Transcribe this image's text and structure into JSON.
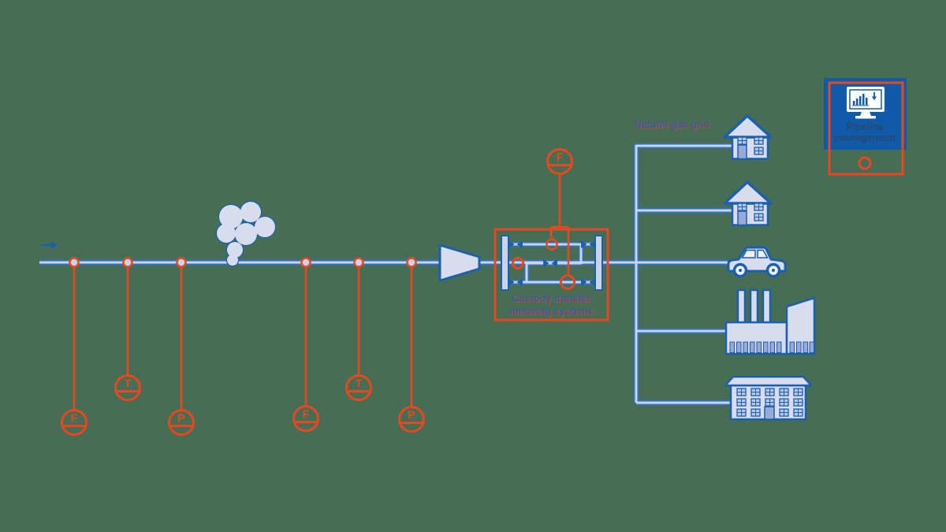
{
  "colors": {
    "background": "#476e54",
    "pipe_blue": "#3470b8",
    "pipe_fill": "#c9d3ea",
    "outline_blue": "#1b5fae",
    "building_fill": "#d7dcee",
    "window_fill": "#b9c6e6",
    "door_fill": "#9aaad8",
    "accent_orange": "#e8481f",
    "label_blue": "#2e5fa9",
    "panel_blue": "#0f5aa9",
    "panel_text_navy": "#28486e"
  },
  "labels": {
    "natural_gas_grid": "Natural gas grid",
    "custody_transfer": {
      "line1": "Custody transfer",
      "line2": "metering systems"
    },
    "pipeline_management": {
      "line1": "Pipeline",
      "line2": "management"
    }
  },
  "instruments": {
    "upstream": [
      {
        "type": "flow-sensor",
        "letter": "F"
      },
      {
        "type": "temperature-sensor",
        "letter": "T"
      },
      {
        "type": "pressure-sensor",
        "letter": "P"
      }
    ],
    "midstream": [
      {
        "type": "flow-sensor",
        "letter": "F"
      },
      {
        "type": "temperature-sensor",
        "letter": "T"
      },
      {
        "type": "pressure-sensor",
        "letter": "P"
      }
    ],
    "metering_flow": {
      "type": "flow-sensor",
      "letter": "F"
    }
  },
  "icons": [
    "flow-arrow-icon",
    "gas-leak-cloud-icon",
    "compressor-icon",
    "valve-icon",
    "meter-ring-icon",
    "house-icon",
    "car-icon",
    "factory-icon",
    "apartment-building-icon",
    "monitor-chart-icon"
  ]
}
